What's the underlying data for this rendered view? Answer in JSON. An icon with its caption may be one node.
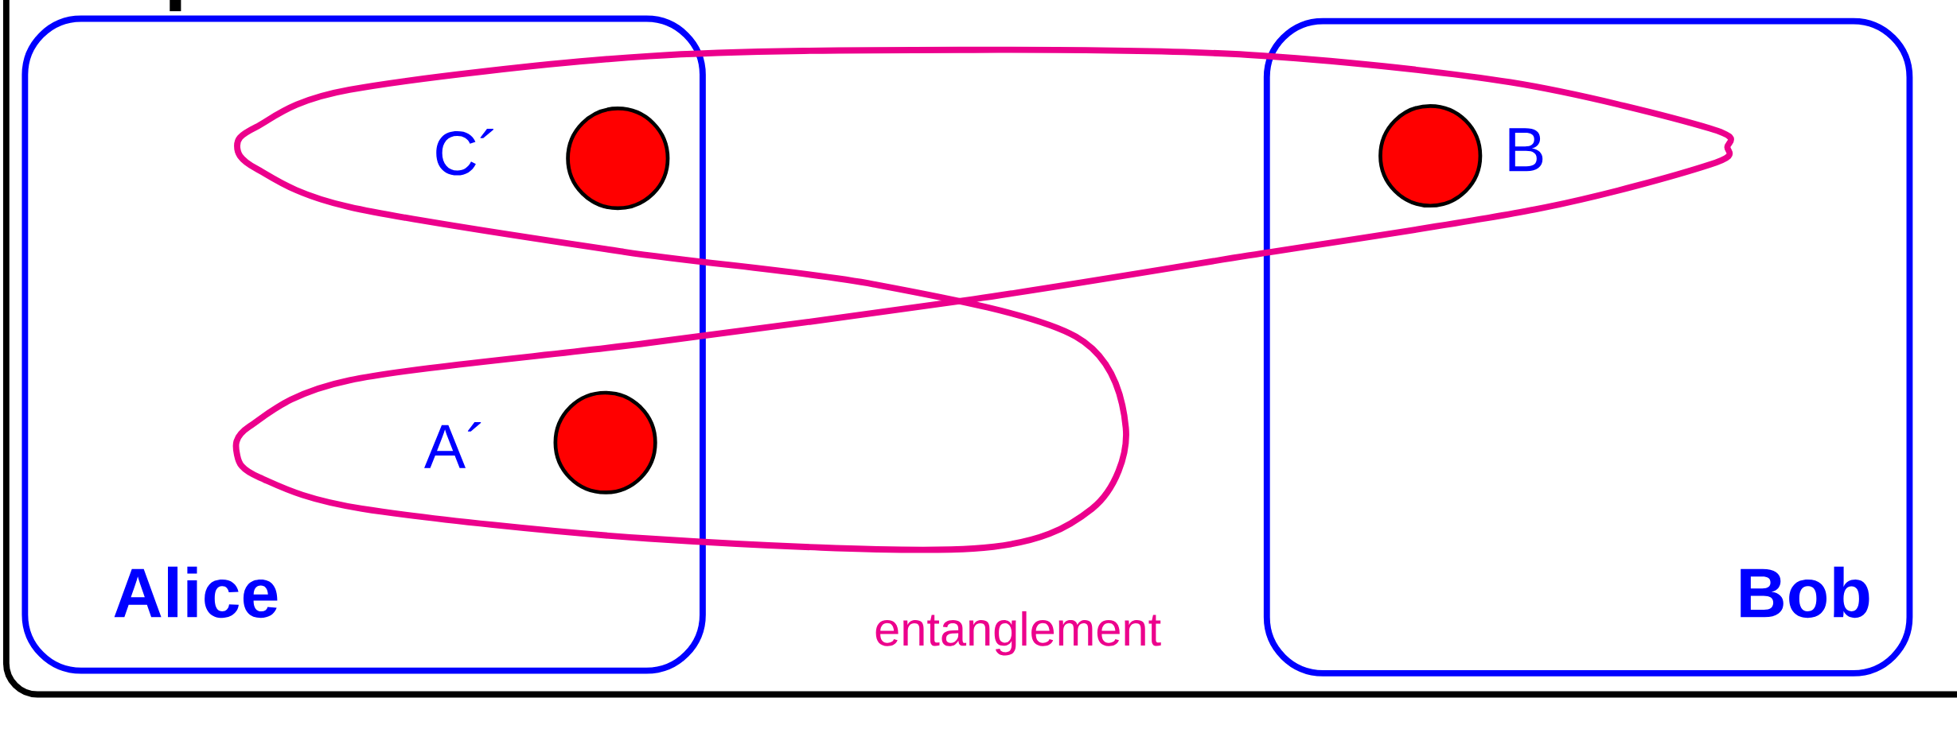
{
  "diagram": {
    "nodes": [
      {
        "text": [
          "Alice"
        ]
      },
      {
        "text": [],
        "shape": "circle"
      },
      {
        "text": [],
        "shape": "circle"
      },
      {
        "text": [
          "Bob"
        ]
      },
      {
        "text": [],
        "shape": "circle"
      },
      {
        "text": [],
        "shape": "loop",
        "beside": [
          "entanglement"
        ]
      }
    ],
    "labels": [
      "C´",
      "B",
      "A´"
    ]
  }
}
